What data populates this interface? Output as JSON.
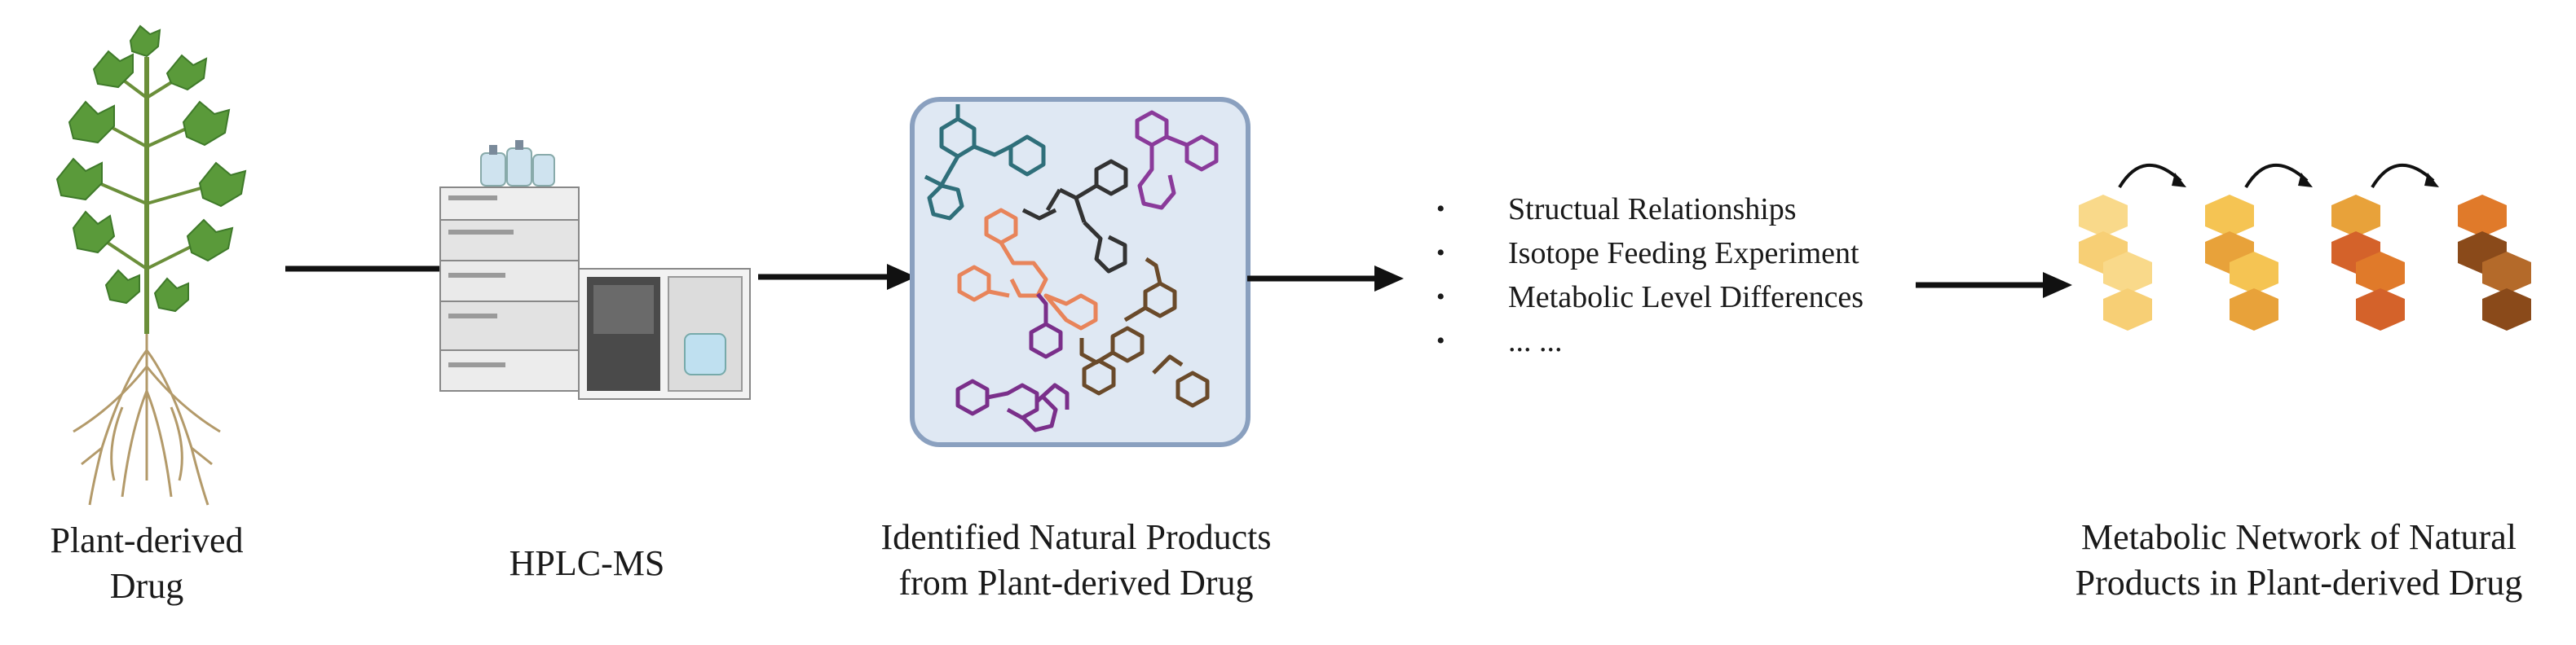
{
  "captions": {
    "plant": [
      "Plant-derived",
      "Drug"
    ],
    "hplc": "HPLC-MS",
    "products": [
      "Identified Natural Products",
      "from Plant-derived Drug"
    ],
    "network": [
      "Metabolic Network of Natural",
      "Products in Plant-derived Drug"
    ]
  },
  "methods": [
    "Structual Relationships",
    "Isotope Feeding Experiment",
    "Metabolic Level Differences",
    "... ..."
  ],
  "colors": {
    "leaf": "#5a9a3a",
    "leaf_dark": "#3f7a2a",
    "stem": "#6b8f3a",
    "root": "#b39a6a",
    "box_fill": "#dfe8f3",
    "box_stroke": "#8aa0bf",
    "molecule_teal": "#2f6f7a",
    "molecule_purple": "#8a3a9a",
    "molecule_dark": "#333333",
    "molecule_orange": "#e8845a",
    "molecule_brown": "#6a4a2a",
    "hex_light": "#f5c453",
    "hex_mid": "#e8a23a",
    "hex_orange": "#e07a2a",
    "hex_red": "#d4622a",
    "hex_brown": "#8a4a1a",
    "arrow": "#111111"
  }
}
